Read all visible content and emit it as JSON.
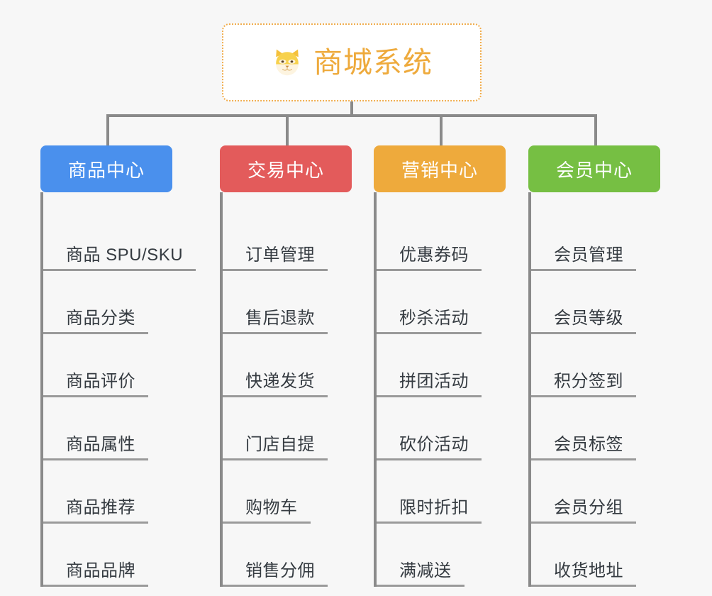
{
  "root": {
    "title": "商城系统",
    "icon": "shiba-dog-icon",
    "border_color": "#f0ad4e",
    "text_color": "#eeaa3c",
    "background": "#ffffff"
  },
  "canvas": {
    "background": "#f7f7f7",
    "connector_color": "#8a8a8a",
    "leaf_text_color": "#353b41",
    "leaf_underline_color": "#9a9a9a"
  },
  "columns": [
    {
      "label": "商品中心",
      "color": "#4a90ed",
      "items": [
        "商品 SPU/SKU",
        "商品分类",
        "商品评价",
        "商品属性",
        "商品推荐",
        "商品品牌"
      ]
    },
    {
      "label": "交易中心",
      "color": "#e35b5b",
      "items": [
        "订单管理",
        "售后退款",
        "快递发货",
        "门店自提",
        "购物车",
        "销售分佣"
      ]
    },
    {
      "label": "营销中心",
      "color": "#eeaa3c",
      "items": [
        "优惠券码",
        "秒杀活动",
        "拼团活动",
        "砍价活动",
        "限时折扣",
        "满减送"
      ]
    },
    {
      "label": "会员中心",
      "color": "#76bf43",
      "items": [
        "会员管理",
        "会员等级",
        "积分签到",
        "会员标签",
        "会员分组",
        "收货地址"
      ]
    }
  ]
}
